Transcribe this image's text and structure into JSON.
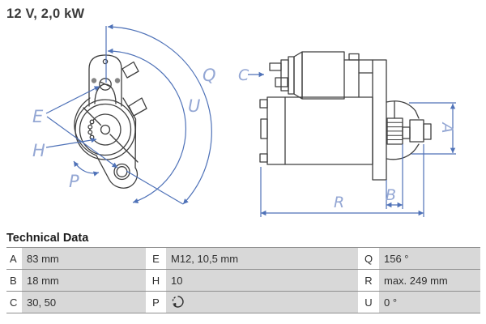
{
  "header": {
    "title": "12 V, 2,0 kW"
  },
  "diagram": {
    "front_view_labels": {
      "e": "E",
      "h": "H",
      "p": "P",
      "q": "Q",
      "u": "U"
    },
    "side_view_labels": {
      "c": "C",
      "a": "A",
      "b": "B",
      "r": "R"
    },
    "dimension_line_color": "#4f72b8",
    "dimension_label_color": "#94a7d4",
    "outline_color": "#3e3e3e"
  },
  "table": {
    "title": "Technical Data",
    "cell_background": "#d8d8d8",
    "rows": [
      {
        "cells": [
          {
            "key": "A",
            "value": "83 mm"
          },
          {
            "key": "E",
            "value": "M12, 10,5 mm"
          },
          {
            "key": "Q",
            "value": "156 °"
          }
        ]
      },
      {
        "cells": [
          {
            "key": "B",
            "value": "18 mm"
          },
          {
            "key": "H",
            "value": "10"
          },
          {
            "key": "R",
            "value": "max. 249 mm"
          }
        ]
      },
      {
        "cells": [
          {
            "key": "C",
            "value": "30, 50"
          },
          {
            "key": "P",
            "value": "",
            "icon": "rotation-direction-icon"
          },
          {
            "key": "U",
            "value": "0 °"
          }
        ]
      }
    ]
  }
}
